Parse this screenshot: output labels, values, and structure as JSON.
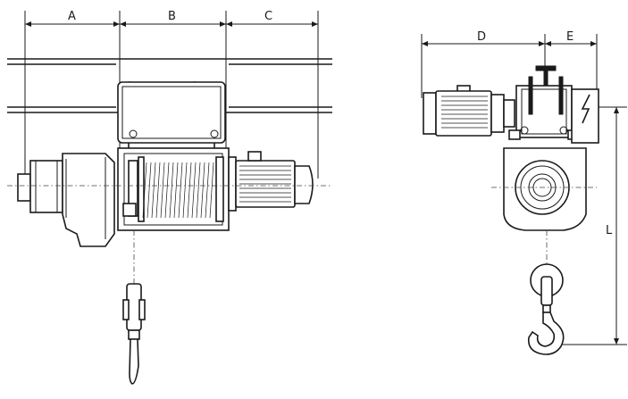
{
  "dimensions": {
    "a": "A",
    "b": "B",
    "c": "C",
    "d": "D",
    "e": "E",
    "l": "L"
  },
  "colors": {
    "line": "#1a1a1a",
    "background": "#ffffff"
  }
}
